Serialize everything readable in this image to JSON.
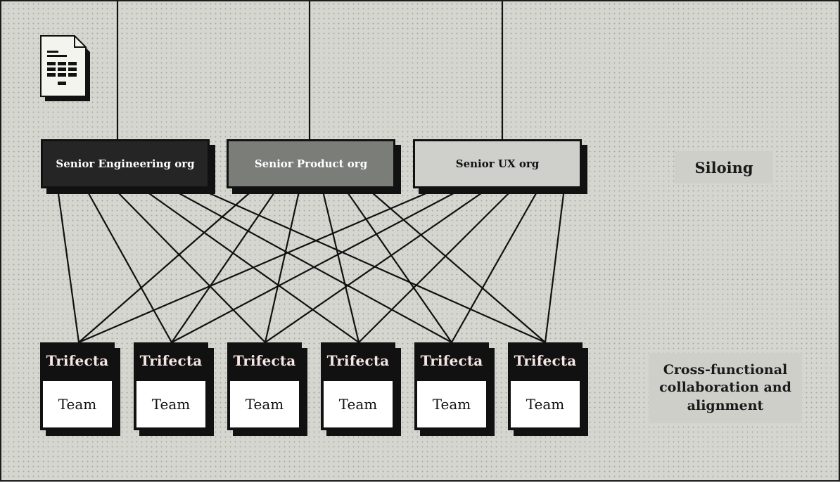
{
  "icons": {
    "document": "document-table-icon"
  },
  "orgs": [
    {
      "label": "Senior Engineering org",
      "shade": "dark"
    },
    {
      "label": "Senior Product org",
      "shade": "medium"
    },
    {
      "label": "Senior UX org",
      "shade": "light"
    }
  ],
  "teams": [
    {
      "title": "Trifecta",
      "subtitle": "Team"
    },
    {
      "title": "Trifecta",
      "subtitle": "Team"
    },
    {
      "title": "Trifecta",
      "subtitle": "Team"
    },
    {
      "title": "Trifecta",
      "subtitle": "Team"
    },
    {
      "title": "Trifecta",
      "subtitle": "Team"
    },
    {
      "title": "Trifecta",
      "subtitle": "Team"
    }
  ],
  "labels": {
    "siloing": "Siloing",
    "collaboration": "Cross-functional collaboration and alignment"
  },
  "colors": {
    "background": "#d6d6d0",
    "ink": "#111111",
    "org_dark": "#252525",
    "org_medium": "#7b7d79",
    "org_light": "#cfcfcb",
    "trifecta_text": "#f6e6e4"
  }
}
